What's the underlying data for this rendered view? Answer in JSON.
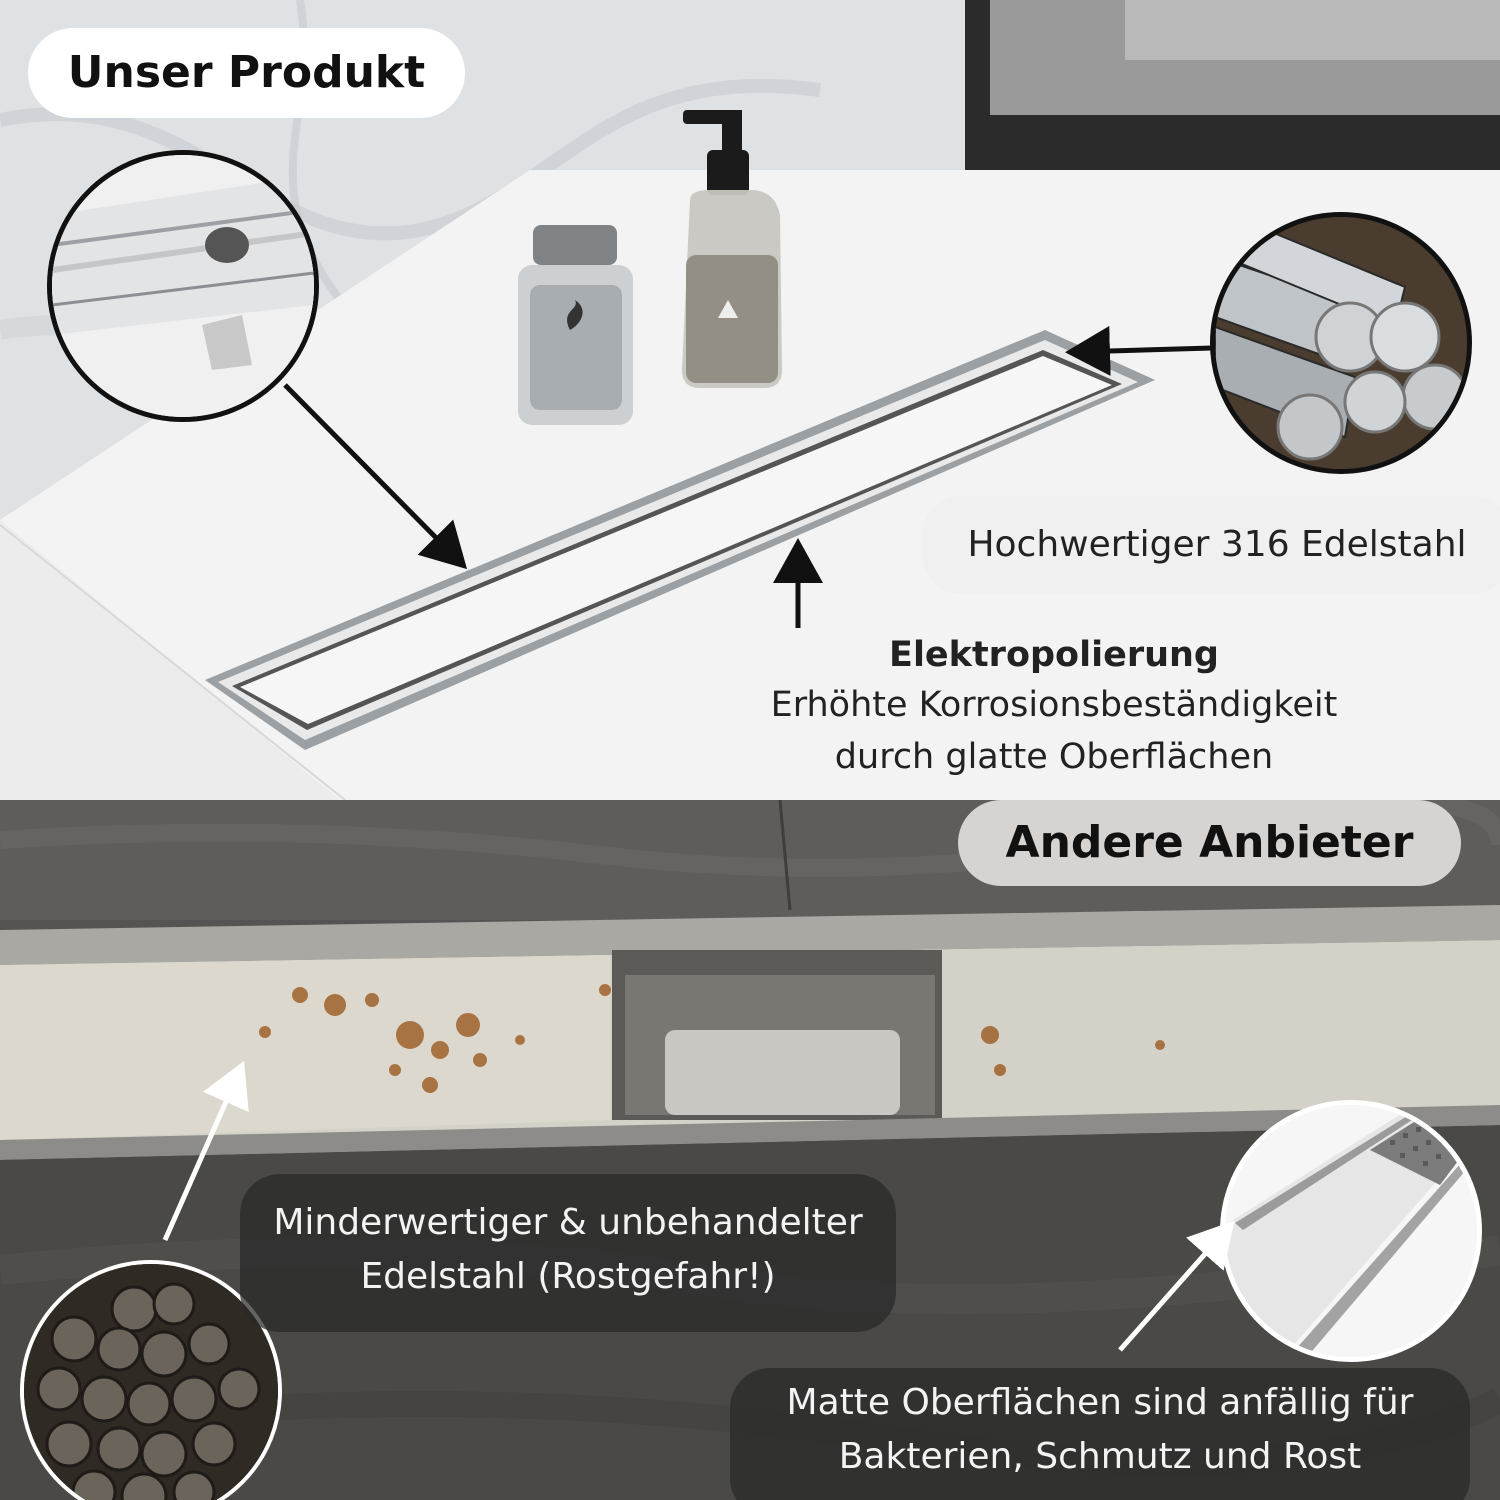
{
  "labels": {
    "our_product": "Unser Produkt",
    "other_vendors": "Andere Anbieter"
  },
  "callouts": {
    "steel_grade": "Hochwertiger 316 Edelstahl",
    "electropolish": {
      "title": "Elektropolierung",
      "line1": "Erhöhte Korrosionsbeständigkeit",
      "line2": "durch glatte Oberflächen"
    },
    "inferior_steel": {
      "line1": "Minderwertiger & unbehandelter",
      "line2": "Edelstahl (Rostgefahr!)"
    },
    "matte_surfaces": {
      "line1": "Matte Oberflächen sind anfällig für",
      "line2": "Bakterien, Schmutz und Rost"
    }
  },
  "colors": {
    "arrow_dark": "#111111",
    "arrow_light": "#ffffff",
    "rust": "#a0622a"
  }
}
